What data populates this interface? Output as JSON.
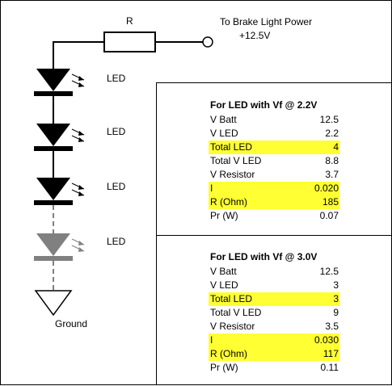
{
  "schematic": {
    "resistor_label": "R",
    "power_label_line1": "To Brake Light Power",
    "power_label_line2": "+12.5V",
    "led_labels": [
      "LED",
      "LED",
      "LED",
      "LED"
    ],
    "ground_label": "Ground",
    "colors": {
      "wire": "#000000",
      "optional_led": "#808080"
    }
  },
  "tables": [
    {
      "title": "For LED with Vf @ 2.2V",
      "rows": [
        {
          "label": "V Batt",
          "value": "12.5",
          "highlight": false
        },
        {
          "label": "V LED",
          "value": "2.2",
          "highlight": false
        },
        {
          "label": "Total LED",
          "value": "4",
          "highlight": true
        },
        {
          "label": "Total V LED",
          "value": "8.8",
          "highlight": false
        },
        {
          "label": "V Resistor",
          "value": "3.7",
          "highlight": false
        },
        {
          "label": "I",
          "value": "0.020",
          "highlight": true
        },
        {
          "label": "R (Ohm)",
          "value": "185",
          "highlight": true
        },
        {
          "label": "Pr (W)",
          "value": "0.07",
          "highlight": false
        }
      ]
    },
    {
      "title": "For LED with Vf @ 3.0V",
      "rows": [
        {
          "label": "V Batt",
          "value": "12.5",
          "highlight": false
        },
        {
          "label": "V LED",
          "value": "3",
          "highlight": false
        },
        {
          "label": "Total LED",
          "value": "3",
          "highlight": true
        },
        {
          "label": "Total V LED",
          "value": "9",
          "highlight": false
        },
        {
          "label": "V Resistor",
          "value": "3.5",
          "highlight": false
        },
        {
          "label": "I",
          "value": "0.030",
          "highlight": true
        },
        {
          "label": "R (Ohm)",
          "value": "117",
          "highlight": true
        },
        {
          "label": "Pr (W)",
          "value": "0.11",
          "highlight": false
        }
      ]
    }
  ],
  "highlight_color": "#ffff33"
}
